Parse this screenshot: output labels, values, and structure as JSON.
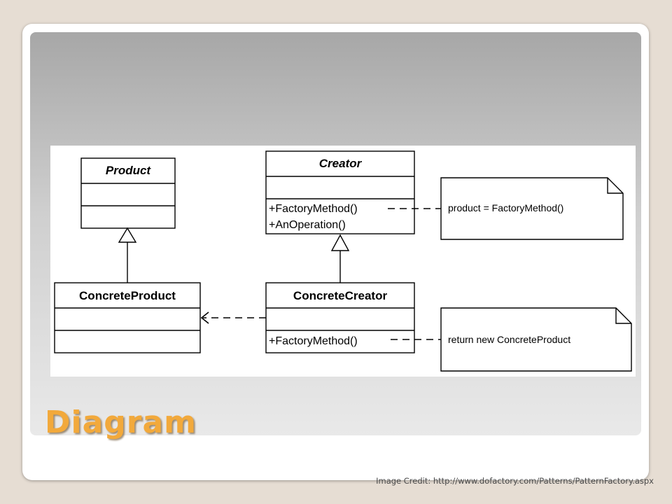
{
  "slide": {
    "title": "Diagram",
    "credit": "Image Credit: http://www.dofactory.com/Patterns/PatternFactory.aspx"
  },
  "diagram": {
    "classes": {
      "product": {
        "name": "Product"
      },
      "creator": {
        "name": "Creator",
        "operations": [
          "+FactoryMethod()",
          "+AnOperation()"
        ]
      },
      "concrete_product": {
        "name": "ConcreteProduct"
      },
      "concrete_creator": {
        "name": "ConcreteCreator",
        "operations": [
          "+FactoryMethod()"
        ]
      }
    },
    "notes": {
      "creator_note": "product = FactoryMethod()",
      "concrete_creator_note": "return new ConcreteProduct"
    }
  }
}
